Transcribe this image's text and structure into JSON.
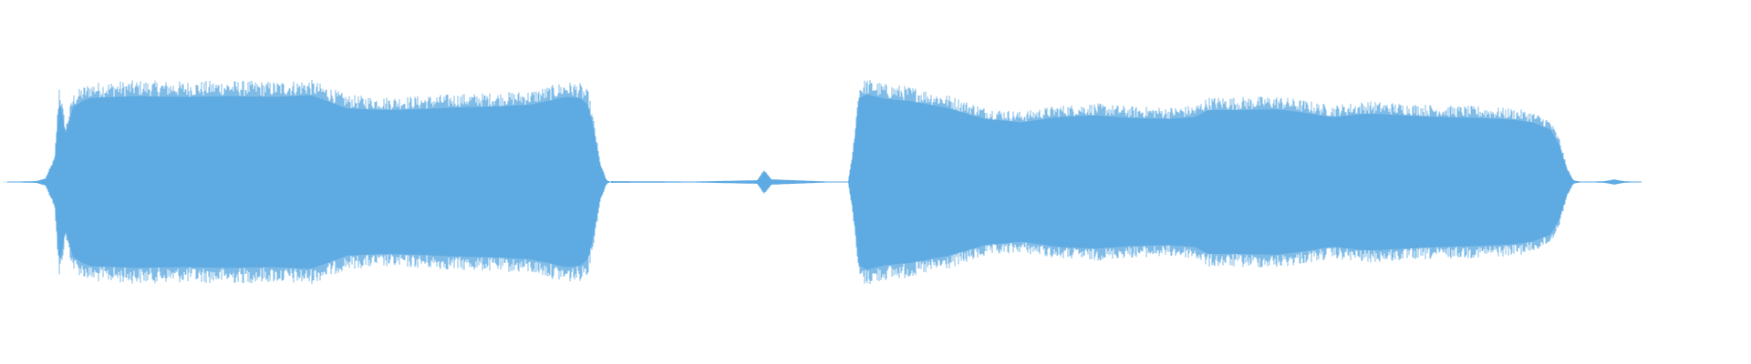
{
  "waveform": {
    "color": "#5eaae2",
    "background": "#ffffff",
    "segments": [
      {
        "name": "segment-1",
        "points": [
          [
            0,
            0.0
          ],
          [
            40,
            0.01
          ],
          [
            50,
            0.04
          ],
          [
            60,
            0.25
          ],
          [
            65,
            0.95
          ],
          [
            72,
            0.55
          ],
          [
            80,
            0.85
          ],
          [
            90,
            0.92
          ],
          [
            100,
            0.96
          ],
          [
            150,
            0.98
          ],
          [
            200,
            0.97
          ],
          [
            250,
            0.98
          ],
          [
            300,
            0.97
          ],
          [
            340,
            0.99
          ],
          [
            360,
            0.92
          ],
          [
            380,
            0.84
          ],
          [
            420,
            0.82
          ],
          [
            460,
            0.83
          ],
          [
            500,
            0.85
          ],
          [
            540,
            0.86
          ],
          [
            580,
            0.88
          ],
          [
            600,
            0.92
          ],
          [
            620,
            0.97
          ],
          [
            635,
            0.96
          ],
          [
            645,
            0.88
          ],
          [
            652,
            0.55
          ],
          [
            658,
            0.2
          ],
          [
            665,
            0.02
          ],
          [
            670,
            0.0
          ]
        ]
      },
      {
        "name": "quiet-gap",
        "points": [
          [
            670,
            0.01
          ],
          [
            760,
            0.005
          ],
          [
            830,
            0.02
          ],
          [
            838,
            0.12
          ],
          [
            846,
            0.03
          ],
          [
            920,
            0.0
          ],
          [
            930,
            0.0
          ]
        ]
      },
      {
        "name": "segment-2",
        "points": [
          [
            930,
            0.0
          ],
          [
            935,
            0.3
          ],
          [
            942,
            0.95
          ],
          [
            950,
            1.0
          ],
          [
            970,
            0.95
          ],
          [
            1000,
            0.92
          ],
          [
            1040,
            0.84
          ],
          [
            1080,
            0.72
          ],
          [
            1120,
            0.68
          ],
          [
            1160,
            0.74
          ],
          [
            1200,
            0.76
          ],
          [
            1240,
            0.73
          ],
          [
            1280,
            0.72
          ],
          [
            1310,
            0.74
          ],
          [
            1325,
            0.82
          ],
          [
            1360,
            0.82
          ],
          [
            1400,
            0.83
          ],
          [
            1430,
            0.79
          ],
          [
            1460,
            0.74
          ],
          [
            1480,
            0.76
          ],
          [
            1500,
            0.78
          ],
          [
            1540,
            0.76
          ],
          [
            1580,
            0.74
          ],
          [
            1620,
            0.73
          ],
          [
            1660,
            0.71
          ],
          [
            1680,
            0.68
          ],
          [
            1700,
            0.6
          ],
          [
            1710,
            0.42
          ],
          [
            1718,
            0.15
          ],
          [
            1725,
            0.02
          ],
          [
            1735,
            0.0
          ]
        ]
      },
      {
        "name": "tail",
        "points": [
          [
            1735,
            0.0
          ],
          [
            1760,
            0.01
          ],
          [
            1770,
            0.03
          ],
          [
            1780,
            0.01
          ],
          [
            1800,
            0.0
          ]
        ]
      }
    ]
  }
}
